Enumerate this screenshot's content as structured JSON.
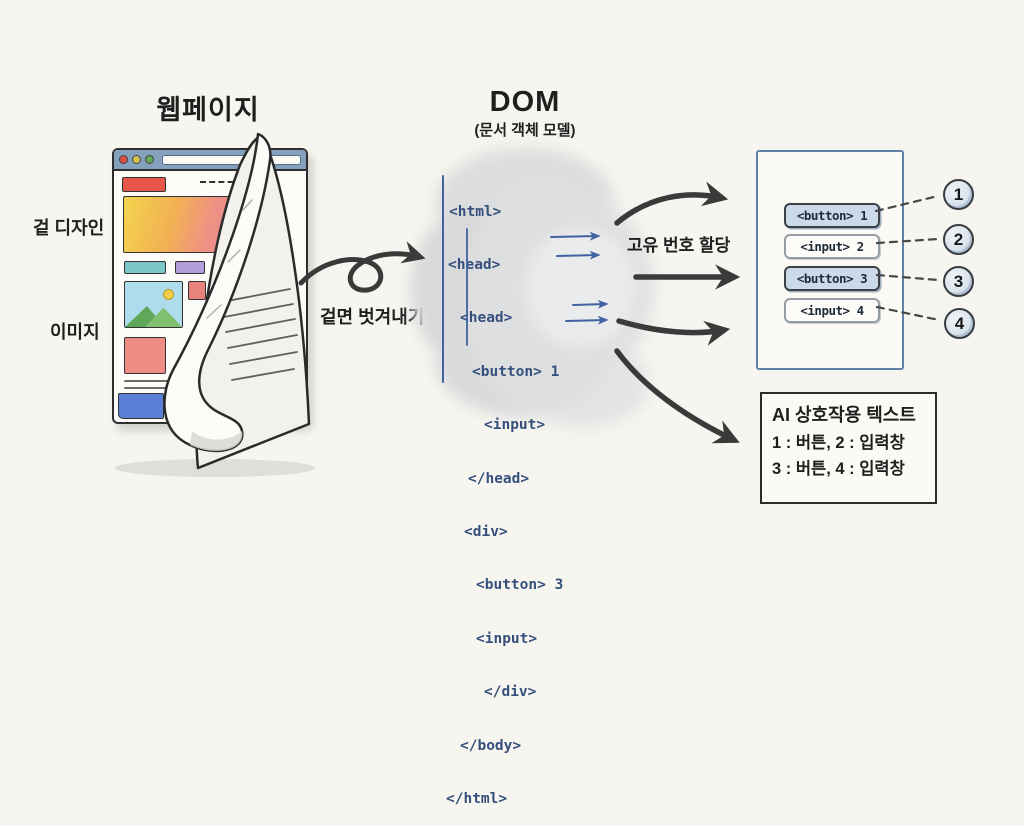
{
  "webpage": {
    "title": "웹페이지",
    "labels": {
      "design": "겉 디자인",
      "image": "이미지"
    }
  },
  "peel": {
    "arrow_label": "겉면 벗겨내기"
  },
  "dom": {
    "title": "DOM",
    "subtitle": "(문서 객체 모델)",
    "code_lines": [
      "<html>",
      "<head>",
      "<head>",
      "<button> 1",
      "<input>",
      "</head>",
      "<div>",
      "<button> 3",
      "<input>",
      "</div>",
      "</body>",
      "</html>"
    ]
  },
  "mapping": {
    "label": "고유 번호 할당"
  },
  "elements_box": {
    "items": [
      {
        "label": "<button> 1",
        "type": "button"
      },
      {
        "label": "<input> 2",
        "type": "input"
      },
      {
        "label": "<button> 3",
        "type": "button"
      },
      {
        "label": "<input> 4",
        "type": "input"
      }
    ]
  },
  "badges": [
    "1",
    "2",
    "3",
    "4"
  ],
  "ai_box": {
    "title": "AI 상호작용 텍스트",
    "line1": "1 : 버튼, 2 : 입력창",
    "line2": "3 : 버튼, 4 : 입력창"
  },
  "colors": {
    "background": "#f7f5ef",
    "code_blue": "#35507c",
    "elements_box_border": "#5d80a8",
    "arrow_black": "#3a3a3a",
    "browser_bar": "#83a1bd"
  }
}
